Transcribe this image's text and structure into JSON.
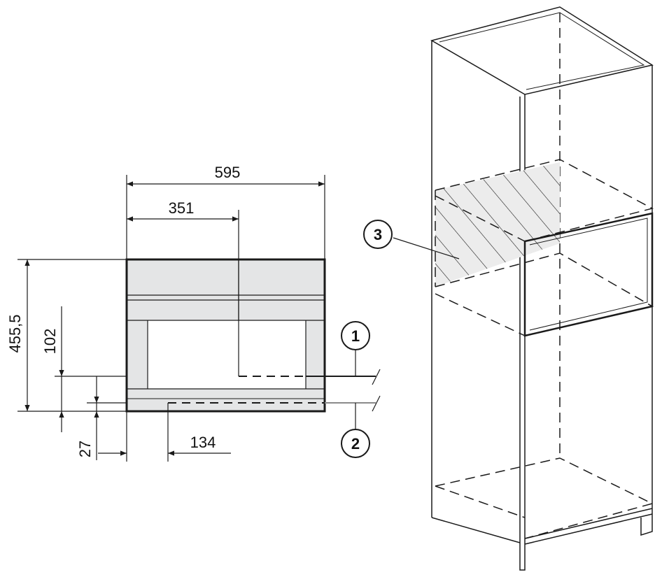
{
  "front_view": {
    "width_total": "595",
    "width_to_cutout": "351",
    "height_total": "455,5",
    "height_1": "102",
    "height_2": "27",
    "offset": "134"
  },
  "callouts": [
    "1",
    "2",
    "3"
  ],
  "colors": {
    "line": "#1a1a1a",
    "panel_fill": "#e4e5e6",
    "hatch_fill": "#ececec",
    "grey_line": "#8a8a8a"
  }
}
